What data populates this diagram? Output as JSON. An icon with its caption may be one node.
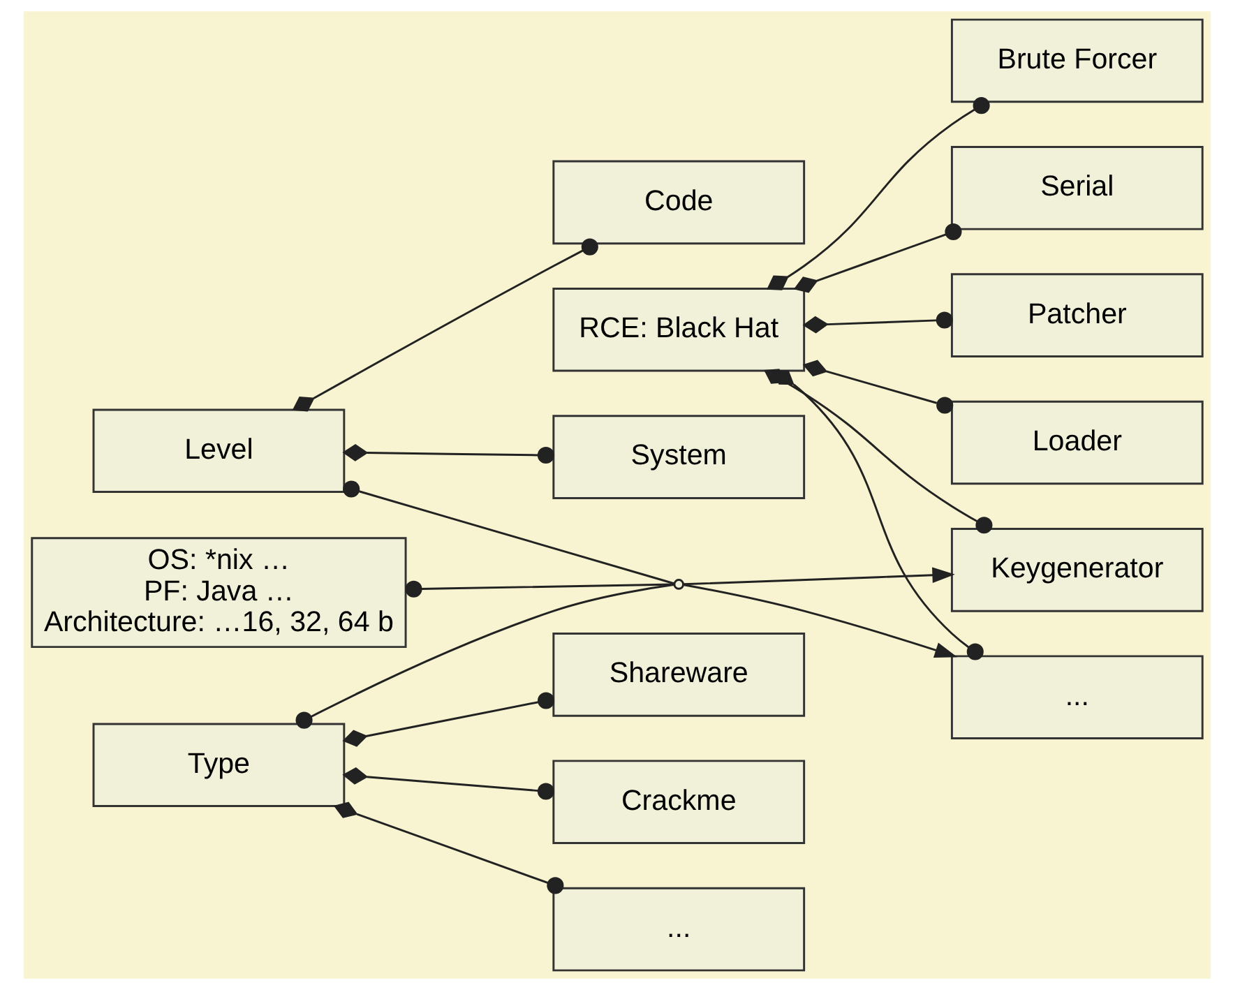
{
  "diagram": {
    "nodes": [
      {
        "text": [
          "RCE: Black Hat"
        ]
      },
      {
        "text": [
          "Keygenerator"
        ]
      },
      {
        "text": [
          "Patcher"
        ]
      },
      {
        "text": [
          "Loader"
        ]
      },
      {
        "text": [
          "Brute Forcer"
        ]
      },
      {
        "text": [
          "Serial"
        ]
      },
      {
        "text": [
          "..."
        ]
      },
      {
        "text": [
          "OS: *nix …",
          "PF: Java …",
          "Architecture: …16, 32, 64 b"
        ]
      },
      {
        "text": [
          "Level"
        ]
      },
      {
        "text": [
          "System"
        ]
      },
      {
        "text": [
          "Code"
        ]
      },
      {
        "text": [
          "Type"
        ]
      },
      {
        "text": [
          "Shareware"
        ]
      },
      {
        "text": [
          "Crackme"
        ]
      },
      {
        "text": [
          "..."
        ]
      },
      {
        "text": [],
        "shape": "point"
      }
    ],
    "edges": [
      {
        "from": 0,
        "to": 1,
        "arrow": "other"
      },
      {
        "from": 0,
        "to": 2,
        "arrow": "other"
      },
      {
        "from": 0,
        "to": 3,
        "arrow": "other"
      },
      {
        "from": 0,
        "to": 4,
        "arrow": "other"
      },
      {
        "from": 0,
        "to": 5,
        "arrow": "other"
      },
      {
        "from": 0,
        "to": 6,
        "arrow": "other"
      },
      {
        "from": 8,
        "to": 9,
        "arrow": "other"
      },
      {
        "from": 8,
        "to": 10,
        "arrow": "other"
      },
      {
        "from": 11,
        "to": 12,
        "arrow": "other"
      },
      {
        "from": 11,
        "to": 13,
        "arrow": "other"
      },
      {
        "from": 11,
        "to": 14,
        "arrow": "other"
      },
      {
        "from": 7,
        "to": 15,
        "arrow": "other"
      },
      {
        "from": 8,
        "to": 15,
        "arrow": "other"
      },
      {
        "from": 11,
        "to": 15,
        "arrow": "other"
      },
      {
        "from": 15,
        "to": 1,
        "arrow": "to"
      },
      {
        "from": 15,
        "to": 6,
        "arrow": "to"
      }
    ]
  }
}
